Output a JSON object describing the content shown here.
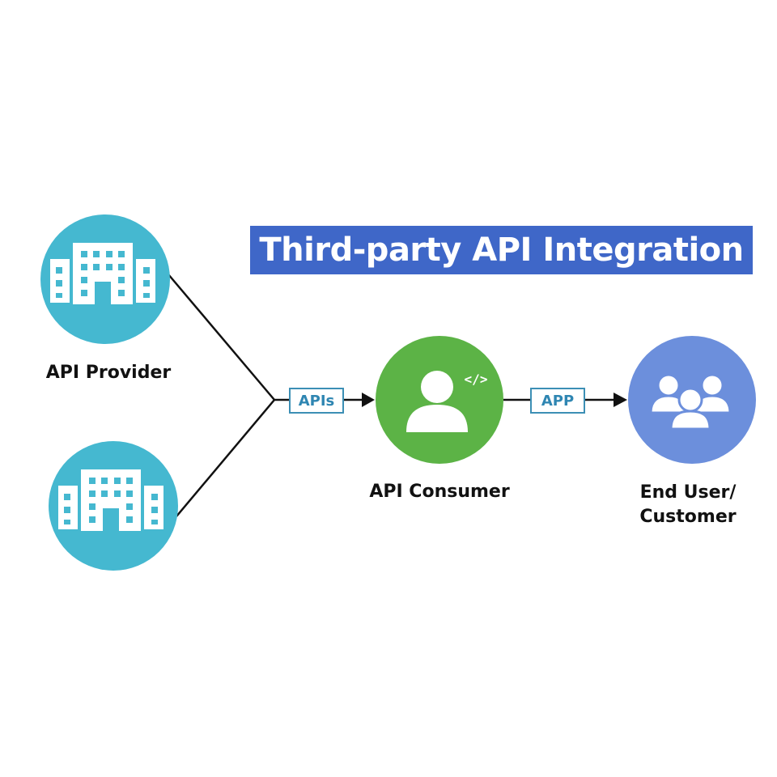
{
  "title": "Third-party API Integration",
  "nodes": {
    "provider_label": "API Provider",
    "consumer_label": "API Consumer",
    "enduser_label_line1": "End User/",
    "enduser_label_line2": "Customer"
  },
  "connectors": {
    "apis_label": "APIs",
    "app_label": "APP"
  },
  "colors": {
    "title_bg": "#3f67c8",
    "provider": "#45b8d0",
    "consumer": "#5cb346",
    "enduser": "#6c8fdc",
    "tag_border": "#3c8fb5",
    "line": "#111111"
  },
  "icons": {
    "provider": "building-icon",
    "consumer": "developer-user-icon",
    "enduser": "users-group-icon"
  }
}
